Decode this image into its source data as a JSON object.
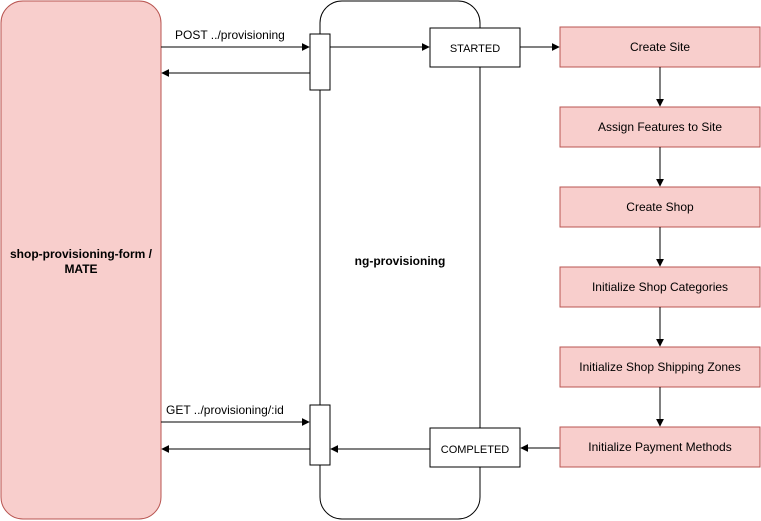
{
  "colors": {
    "step_fill": "#f8cecc",
    "step_stroke": "#b85450",
    "line": "#000000",
    "background": "#ffffff"
  },
  "client": {
    "line1": "shop-provisioning-form /",
    "line2": "MATE"
  },
  "service": {
    "label": "ng-provisioning"
  },
  "requests": {
    "post": "POST ../provisioning",
    "get": "GET ../provisioning/:id"
  },
  "states": {
    "started": "STARTED",
    "completed": "COMPLETED"
  },
  "steps": [
    "Create Site",
    "Assign Features to Site",
    "Create Shop",
    "Initialize Shop Categories",
    "Initialize Shop Shipping Zones",
    "Initialize Payment Methods"
  ]
}
